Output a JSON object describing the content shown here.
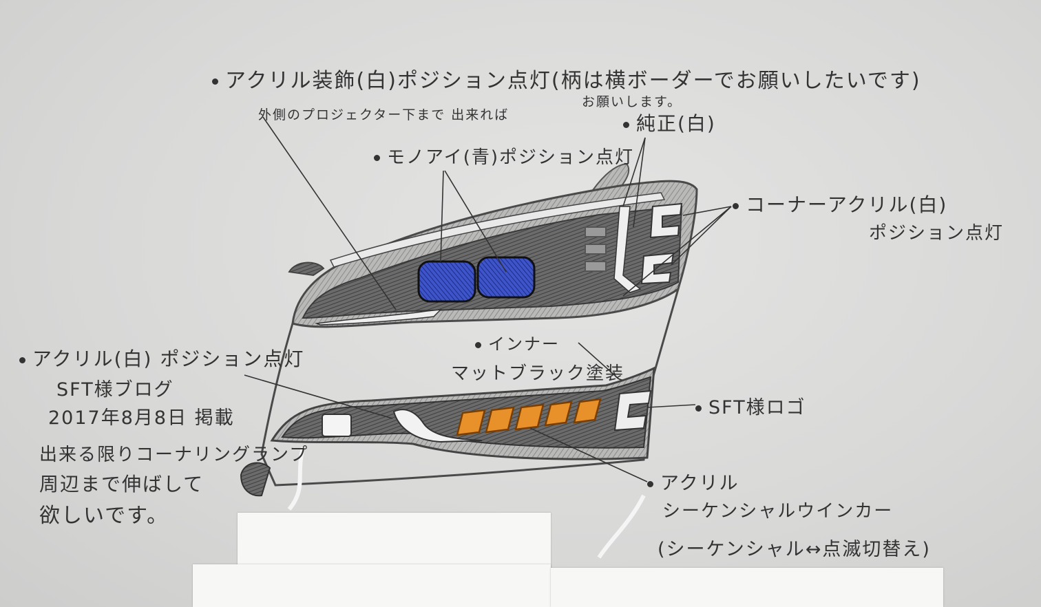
{
  "annotations": {
    "acrylic_top": "アクリル装飾(白)ポジション点灯(柄は横ボーダーでお願いしたいです)",
    "acrylic_top_sub1": "お願いします。",
    "acrylic_top_sub2": "外側のプロジェクター下まで 出来れば",
    "genuine": "純正(白)",
    "monoeye": "モノアイ(青)ポジション点灯",
    "corner_line1": "コーナーアクリル(白)",
    "corner_line2": "ポジション点灯",
    "inner_line1": "インナー",
    "inner_line2": "マットブラック塗装",
    "lower_left_line1": "アクリル(白) ポジション点灯",
    "lower_left_line2": "SFT様ブログ",
    "lower_left_line3": "2017年8月8日 掲載",
    "lower_left_line4": "出来る限りコーナリングランプ",
    "lower_left_line5": "周辺まで伸ばして",
    "lower_left_line6": "欲しいです。",
    "sft_logo": "SFT様ロゴ",
    "sequential_line1": "アクリル",
    "sequential_line2": "シーケンシャルウインカー",
    "sequential_line3": "(シーケンシャル↔点滅切替え)"
  },
  "colors": {
    "projector_blue": "#2c3fb0",
    "turn_signal_orange": "#e8912a",
    "pencil": "#4a4a4a"
  }
}
